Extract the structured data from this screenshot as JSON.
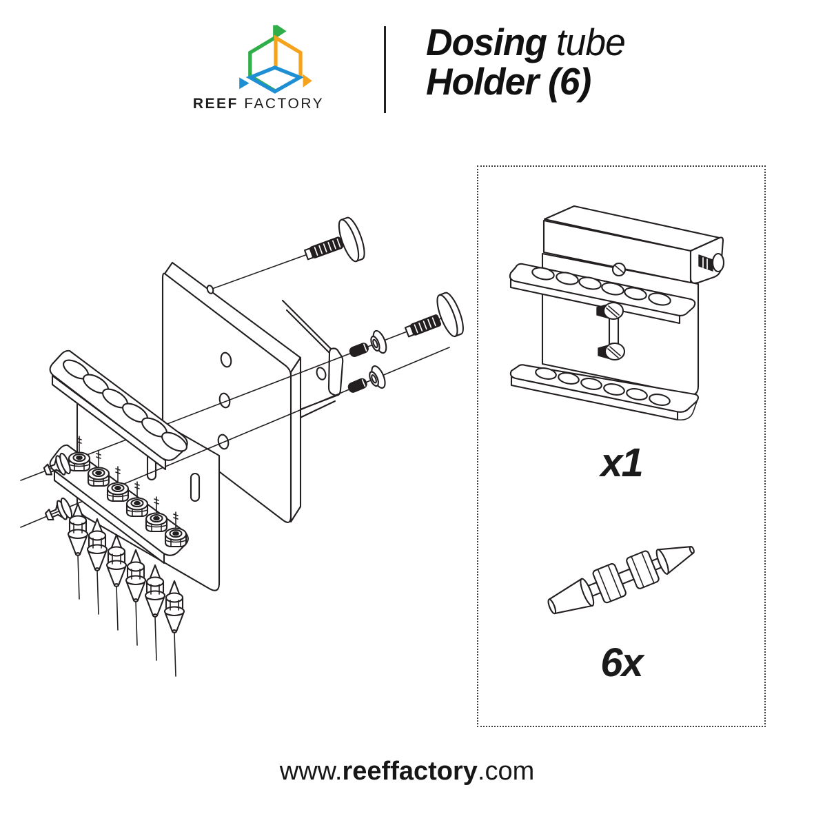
{
  "header": {
    "logo_icon": "reef-factory-cube-logo",
    "brand_primary": "REEF",
    "brand_secondary": "FACTORY",
    "title": {
      "line1_emphasis": "Dosing",
      "line1_rest": "tube",
      "line2": "Holder (6)"
    }
  },
  "diagram": {
    "exploded_view_illustration": "exploded-assembly-dosing-tube-holder",
    "parts_list": [
      {
        "illustration": "assembled-dosing-tube-holder-bracket",
        "quantity_label": "x1"
      },
      {
        "illustration": "barbed-tube-connector",
        "quantity_label": "6x"
      }
    ]
  },
  "footer": {
    "url_prefix": "www.",
    "url_emphasis": "reeffactory",
    "url_suffix": ".com"
  },
  "colors": {
    "line": "#231f20",
    "logo_green": "#2fae4a",
    "logo_orange": "#f5a21d",
    "logo_blue": "#1d8fd2"
  }
}
